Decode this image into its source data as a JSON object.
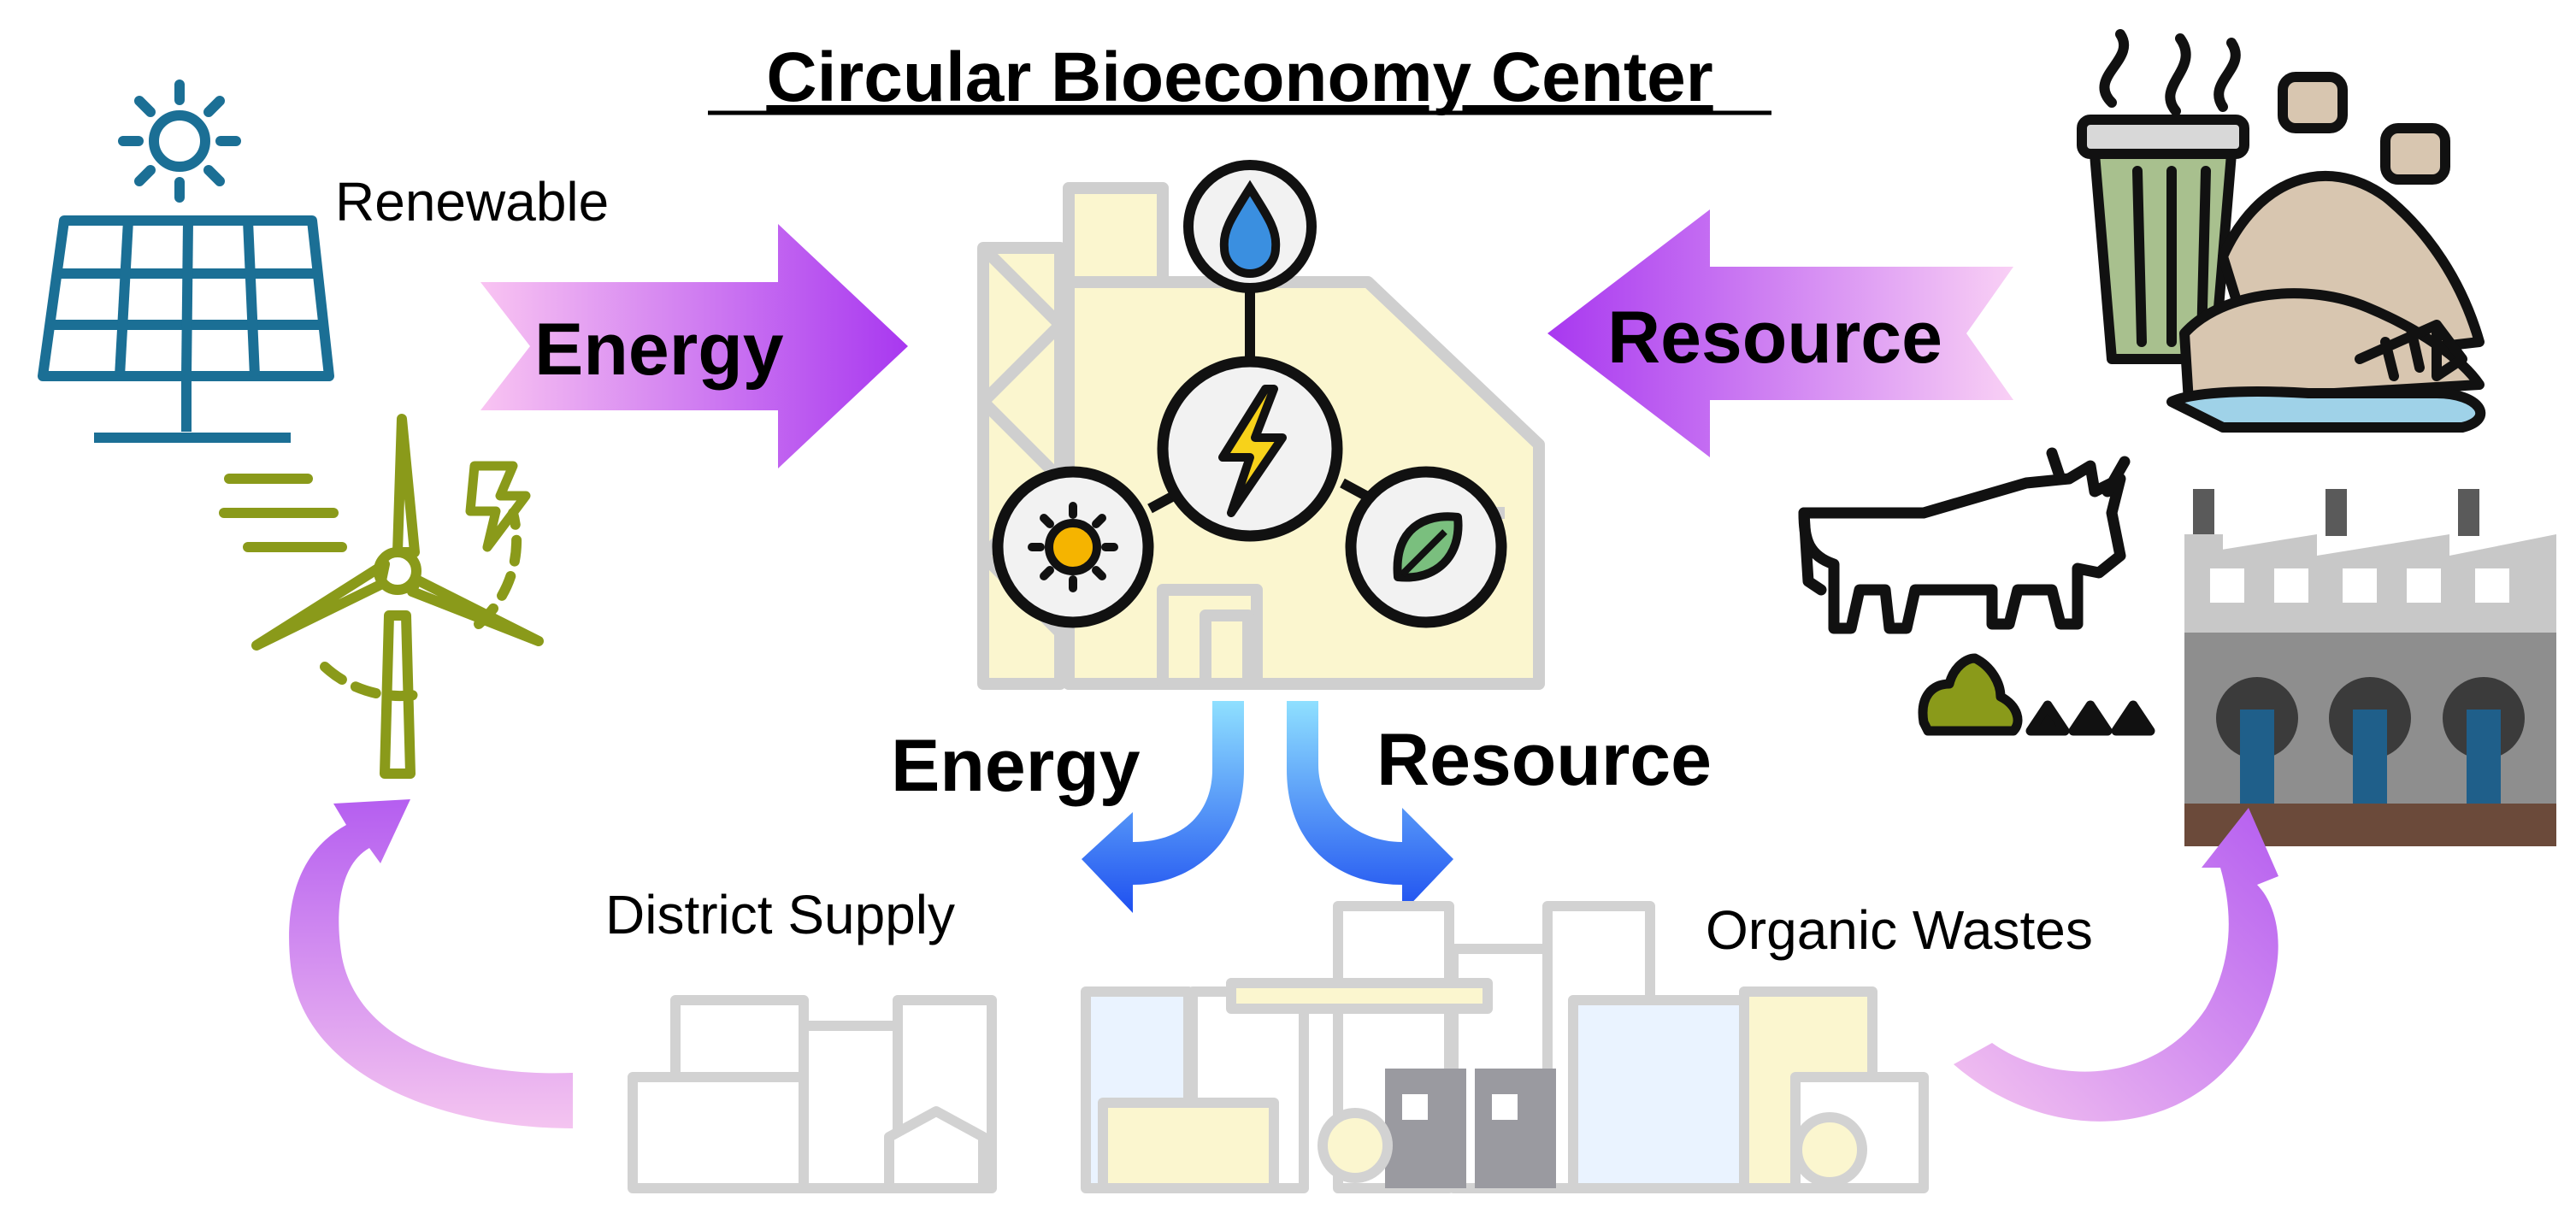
{
  "title": "Circular Bioeconomy Center",
  "labels": {
    "renewable": "Renewable",
    "energy_in": "Energy",
    "resource_in": "Resource",
    "energy_out": "Energy",
    "resource_out": "Resource",
    "district_supply": "District Supply",
    "organic_wastes": "Organic Wastes"
  },
  "colors": {
    "arrow_pink": "#f6b3f0",
    "arrow_purple": "#a838f0",
    "arrow_blue": "#1e5cf0",
    "arrow_light_blue": "#7fd0ff",
    "solar_blue": "#1b6f95",
    "wind_green": "#8a9a1a",
    "sun_orange": "#f5b400",
    "water_blue": "#3a8fe0",
    "bolt_yellow": "#f7d21a",
    "leaf_green": "#7abf7e",
    "building_fill": "#fbf6cf",
    "building_line": "#cfcfcf",
    "factory_gray": "#8e8e8e",
    "factory_drain": "#1f5f8a"
  },
  "icons": [
    "sun-icon",
    "solar-panel-icon",
    "wind-turbine-icon",
    "lightning-icon",
    "water-drop-icon",
    "bolt-icon",
    "gear-sun-icon",
    "leaf-icon",
    "waste-bin-icon",
    "cow-icon",
    "manure-icon",
    "factory-icon",
    "city-icon"
  ]
}
